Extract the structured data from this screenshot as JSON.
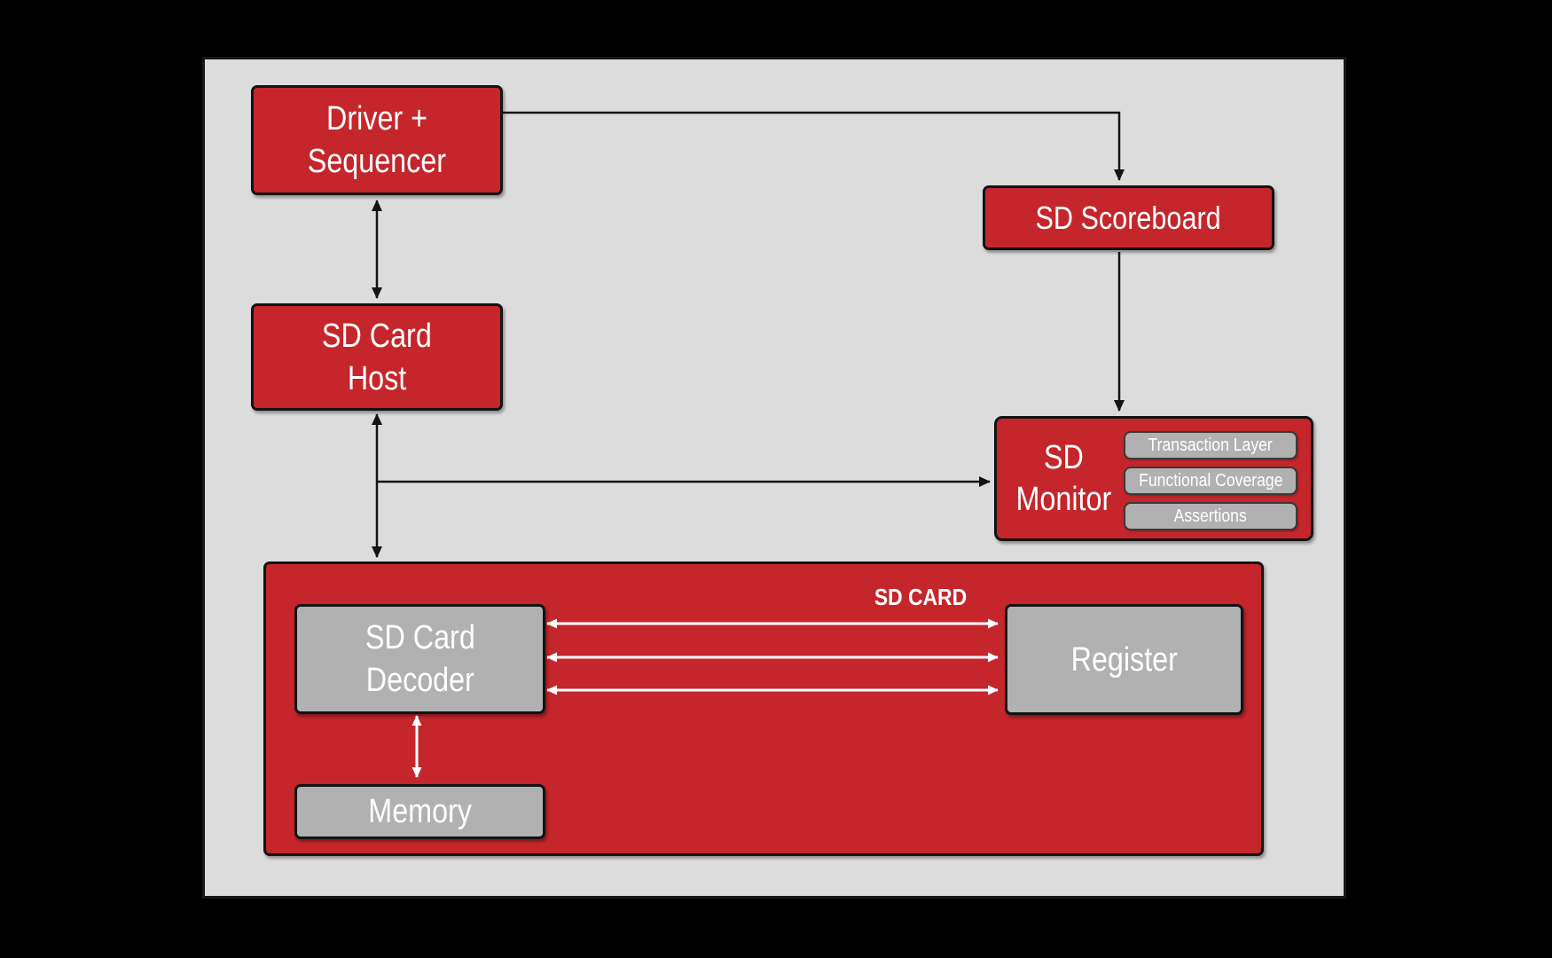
{
  "colors": {
    "background": "#000000",
    "canvas": "#dcdcdc",
    "node_red": "#c4262c",
    "node_gray": "#b1b1b1",
    "border_dark": "#161616",
    "connector_black": "#141414",
    "connector_white": "#ffffff",
    "label_text": "#ffffff"
  },
  "nodes": {
    "driver_sequencer": {
      "line1": "Driver +",
      "line2": "Sequencer"
    },
    "sd_scoreboard": {
      "label": "SD Scoreboard"
    },
    "sd_card_host": {
      "line1": "SD Card",
      "line2": "Host"
    },
    "sd_monitor": {
      "line1": "SD",
      "line2": "Monitor",
      "sub_items": [
        "Transaction Layer",
        "Functional Coverage",
        "Assertions"
      ]
    },
    "sd_card": {
      "label": "SD CARD"
    },
    "sd_card_decoder": {
      "line1": "SD Card",
      "line2": "Decoder"
    },
    "register": {
      "label": "Register"
    },
    "memory": {
      "label": "Memory"
    }
  }
}
